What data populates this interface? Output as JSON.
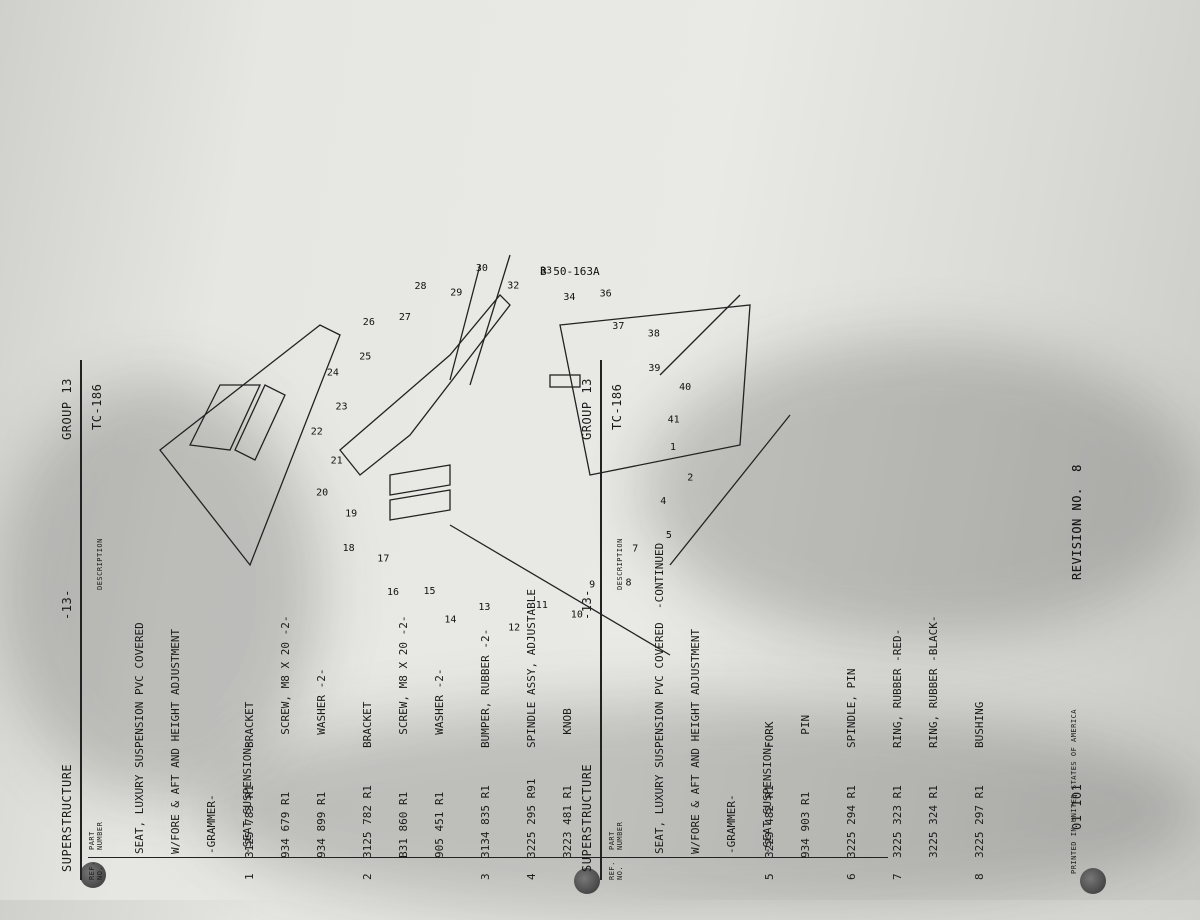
{
  "left_page": {
    "section": "SUPERSTRUCTURE",
    "group_num": "-13-",
    "group": "GROUP 13",
    "col_ref": "REF.",
    "col_no": "NO.",
    "col_part": "PART",
    "col_number": "NUMBER",
    "col_desc": "DESCRIPTION",
    "doc_id": "TC-186",
    "title_lines": [
      "SEAT, LUXURY SUSPENSION PVC COVERED",
      "W/FORE & AFT AND HEIGHT ADJUSTMENT",
      "-GRAMMER-",
      "-SEAT SUSPENSION-"
    ],
    "rows": [
      {
        "ref": "1",
        "part": "3125 783 R1",
        "desc": "BRACKET"
      },
      {
        "ref": "",
        "part": "934 679 R1",
        "desc": "  SCREW, M8 X 20 -2-"
      },
      {
        "ref": "",
        "part": "934 899 R1",
        "desc": "  WASHER -2-"
      },
      {
        "ref": "2",
        "part": "3125 782 R1",
        "desc": "BRACKET"
      },
      {
        "ref": "",
        "part": "B31 860 R1",
        "desc": "  SCREW, M8 X 20 -2-"
      },
      {
        "ref": "",
        "part": "905 451 R1",
        "desc": "  WASHER -2-"
      },
      {
        "ref": "3",
        "part": "3134 835 R1",
        "desc": "BUMPER, RUBBER -2-"
      },
      {
        "ref": "4",
        "part": "3225 295 R91",
        "desc": "SPINDLE ASSY, ADJUSTABLE"
      },
      {
        "ref": "",
        "part": "3223 481 R1",
        "desc": "  KNOB"
      }
    ],
    "printed": "PRINTED IN UNITED STATES OF AMERICA",
    "revision": "REVISION NO.  8"
  },
  "right_page": {
    "section": "SUPERSTRUCTURE",
    "group_num": "-13-",
    "group": "GROUP 13",
    "col_ref": "REF.",
    "col_no": "NO.",
    "col_part": "PART",
    "col_number": "NUMBER",
    "col_desc": "DESCRIPTION",
    "doc_id": "TC-186",
    "title_lines": [
      "SEAT, LUXURY SUSPENSION PVC COVERED  -CONTINUED",
      "W/FORE & AFT AND HEIGHT ADJUSTMENT",
      "-GRAMMER-",
      "-SEAT SUSPENSION-"
    ],
    "rows": [
      {
        "ref": "5",
        "part": "3223 482 R1",
        "desc": "FORK"
      },
      {
        "ref": "",
        "part": "934 903 R1",
        "desc": "  PIN"
      },
      {
        "ref": "6",
        "part": "3225 294 R1",
        "desc": "SPINDLE, PIN"
      },
      {
        "ref": "7",
        "part": "3225 323 R1",
        "desc": "RING, RUBBER -RED-"
      },
      {
        "ref": "",
        "part": "3225 324 R1",
        "desc": "RING, RUBBER -BLACK-"
      },
      {
        "ref": "8",
        "part": "3225 297 R1",
        "desc": "BUSHING"
      }
    ],
    "page_code": "01 101",
    "revision": "REVISION NO.  8"
  },
  "diagram": {
    "figure_id": "B 50-163A",
    "callouts": [
      "1",
      "2",
      "4",
      "5",
      "7",
      "8",
      "9",
      "10",
      "11",
      "12",
      "13",
      "14",
      "15",
      "16",
      "17",
      "18",
      "19",
      "20",
      "21",
      "22",
      "23",
      "24",
      "25",
      "26",
      "27",
      "28",
      "29",
      "30",
      "32",
      "33",
      "34",
      "36",
      "37",
      "38",
      "39",
      "40",
      "41"
    ]
  }
}
